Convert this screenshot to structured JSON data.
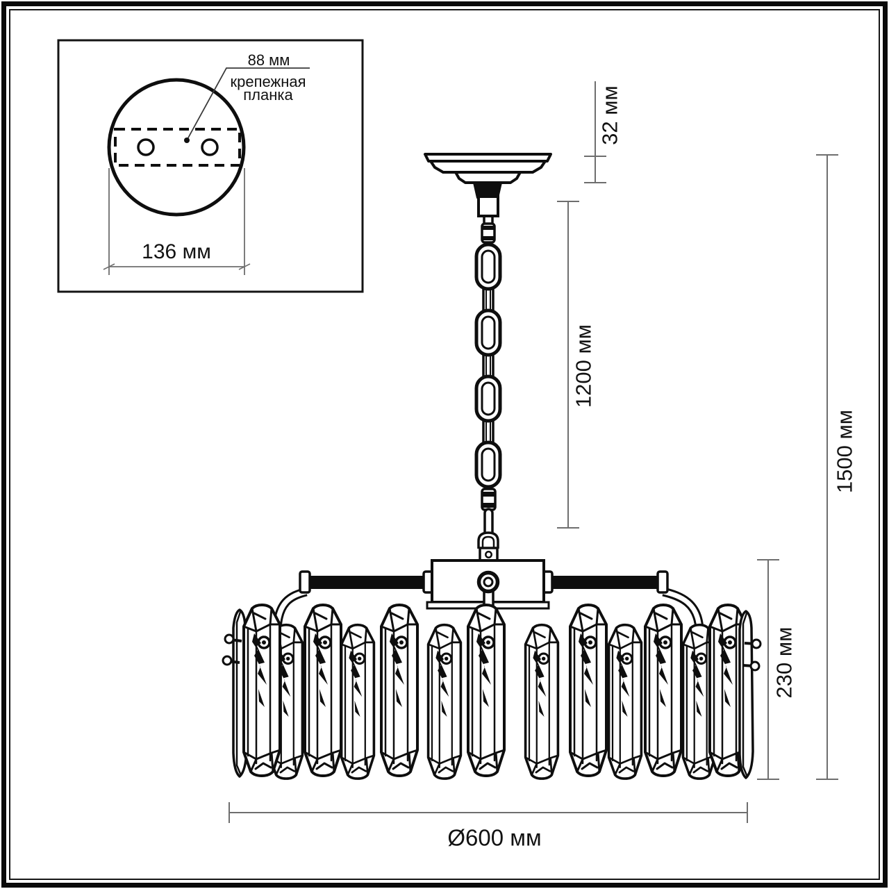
{
  "inset": {
    "hole_spacing_label": "88 мм",
    "bracket_label_line1": "крепежная",
    "bracket_label_line2": "планка",
    "canopy_plate_width_label": "136 мм"
  },
  "dimensions": {
    "canopy_height_label": "32 мм",
    "chain_length_label": "1200 мм",
    "overall_height_label": "1500 мм",
    "body_height_label": "230 мм",
    "body_diameter_label": "Ø600 мм"
  },
  "colors": {
    "drawing_line": "#0e0e0e",
    "dimension_line": "#6e6e6e",
    "text": "#121212",
    "background": "#ffffff"
  }
}
